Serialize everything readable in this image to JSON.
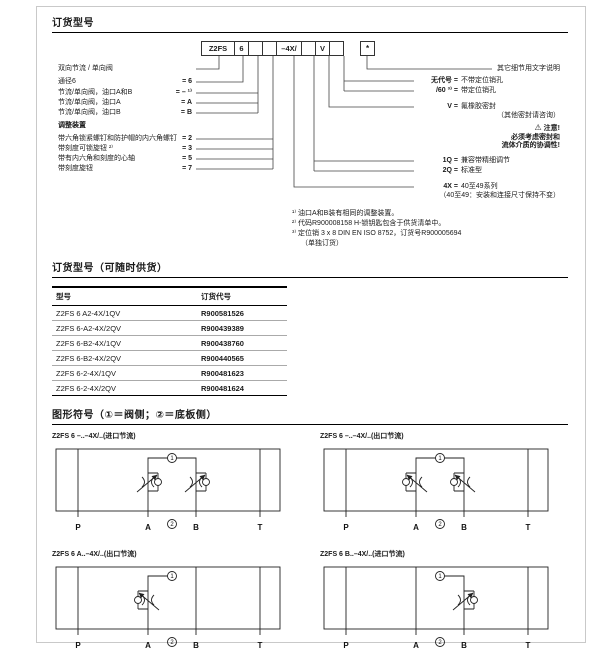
{
  "sections": {
    "ordering_title": "订货型号",
    "available_title": "订货型号（可随时供货）",
    "symbols_title": "图形符号（①＝阀侧；②＝底板侧）"
  },
  "ordering_code": {
    "boxes": [
      "Z2FS",
      "6",
      "",
      "",
      "–4X/",
      "",
      "V",
      ""
    ],
    "star": "*",
    "left": {
      "rows": [
        {
          "label": "双向节流 / 单向阀",
          "value": ""
        },
        {
          "label": "通径6",
          "value": "= 6"
        },
        {
          "label": "节流/单向阀，油口A和B",
          "value": "= – ¹⁾"
        },
        {
          "label": "节流/单向阀，油口A",
          "value": "= A"
        },
        {
          "label": "节流/单向阀，油口B",
          "value": "= B"
        }
      ],
      "adjust_header": "调整装置",
      "adjust_rows": [
        {
          "label": "带六角锁紧螺钉和防护帽的内六角螺钉",
          "value": "= 2"
        },
        {
          "label": "带刻度可锁旋钮 ²⁾",
          "value": "= 3"
        },
        {
          "label": "带有内六角和刻度的心轴",
          "value": "= 5"
        },
        {
          "label": "带刻度旋钮",
          "value": "= 7"
        }
      ]
    },
    "right": {
      "other_details": "其它细节用文字说明",
      "no_code": "无代号 =",
      "no_code_label": "不带定位销孔",
      "pin_code": "/60 ³⁾ =",
      "pin_label": "带定位销孔",
      "seal_code": "V =",
      "seal_label": "氟橡胶密封",
      "seal_sub": "（其他密封请咨询）",
      "warning_icon": "⚠",
      "warning_title": "注意!",
      "warning_line1": "必须考虑密封和",
      "warning_line2": "流体介质的协调性!",
      "q1_code": "1Q =",
      "q1_label": "兼容带精细调节",
      "q2_code": "2Q =",
      "q2_label": "标准型",
      "series_code": "4X =",
      "series_label": "40至49系列",
      "series_sub": "（40至49：安装和连接尺寸保持不变）"
    },
    "footnotes": [
      "¹⁾ 油口A和B装有相同的调整装置。",
      "²⁾ 代码R900008158 H-锁钥匙包含于供货清单中。",
      "³⁾ 定位销 3 x 8 DIN EN ISO 8752，订货号R900005694",
      "（单独订货）"
    ]
  },
  "table": {
    "headers": [
      "型号",
      "订货代号"
    ],
    "rows": [
      [
        "Z2FS 6 A2-4X/1QV",
        "R900581526"
      ],
      [
        "Z2FS 6-A2-4X/2QV",
        "R900439389"
      ],
      [
        "Z2FS 6-B2-4X/1QV",
        "R900438760"
      ],
      [
        "Z2FS 6-B2-4X/2QV",
        "R900440565"
      ],
      [
        "Z2FS 6-2-4X/1QV",
        "R900481623"
      ],
      [
        "Z2FS 6-2-4X/2QV",
        "R900481624"
      ]
    ]
  },
  "symbols": {
    "diagrams": [
      {
        "caption": "Z2FS 6 –..–4X/..(进口节流)",
        "ports": [
          "P",
          "A",
          "B",
          "T"
        ],
        "m1": "1",
        "m2": "2"
      },
      {
        "caption": "Z2FS 6 –..–4X/..(出口节流)",
        "ports": [
          "P",
          "A",
          "B",
          "T"
        ],
        "m1": "1",
        "m2": "2"
      },
      {
        "caption": "Z2FS 6 A..–4X/..(出口节流)",
        "ports": [
          "P",
          "A",
          "B",
          "T"
        ],
        "m1": "1",
        "m2": "2"
      },
      {
        "caption": "Z2FS 6 B..–4X/..(进口节流)",
        "ports": [
          "P",
          "A",
          "B",
          "T"
        ],
        "m1": "1",
        "m2": "2"
      }
    ]
  }
}
